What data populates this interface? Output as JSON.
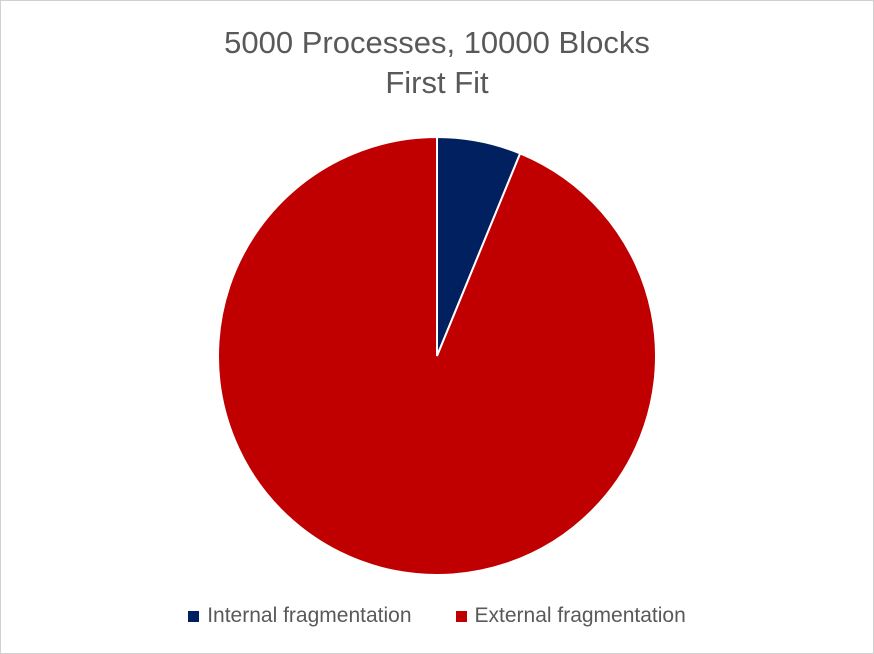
{
  "chart_data": {
    "type": "pie",
    "title_lines": [
      "5000 Processes, 10000 Blocks",
      "First Fit"
    ],
    "slices": [
      {
        "label": "Internal fragmentation",
        "value": 6.2,
        "color": "#002060"
      },
      {
        "label": "External fragmentation",
        "value": 93.8,
        "color": "#C00000"
      }
    ],
    "legend_position": "bottom"
  }
}
